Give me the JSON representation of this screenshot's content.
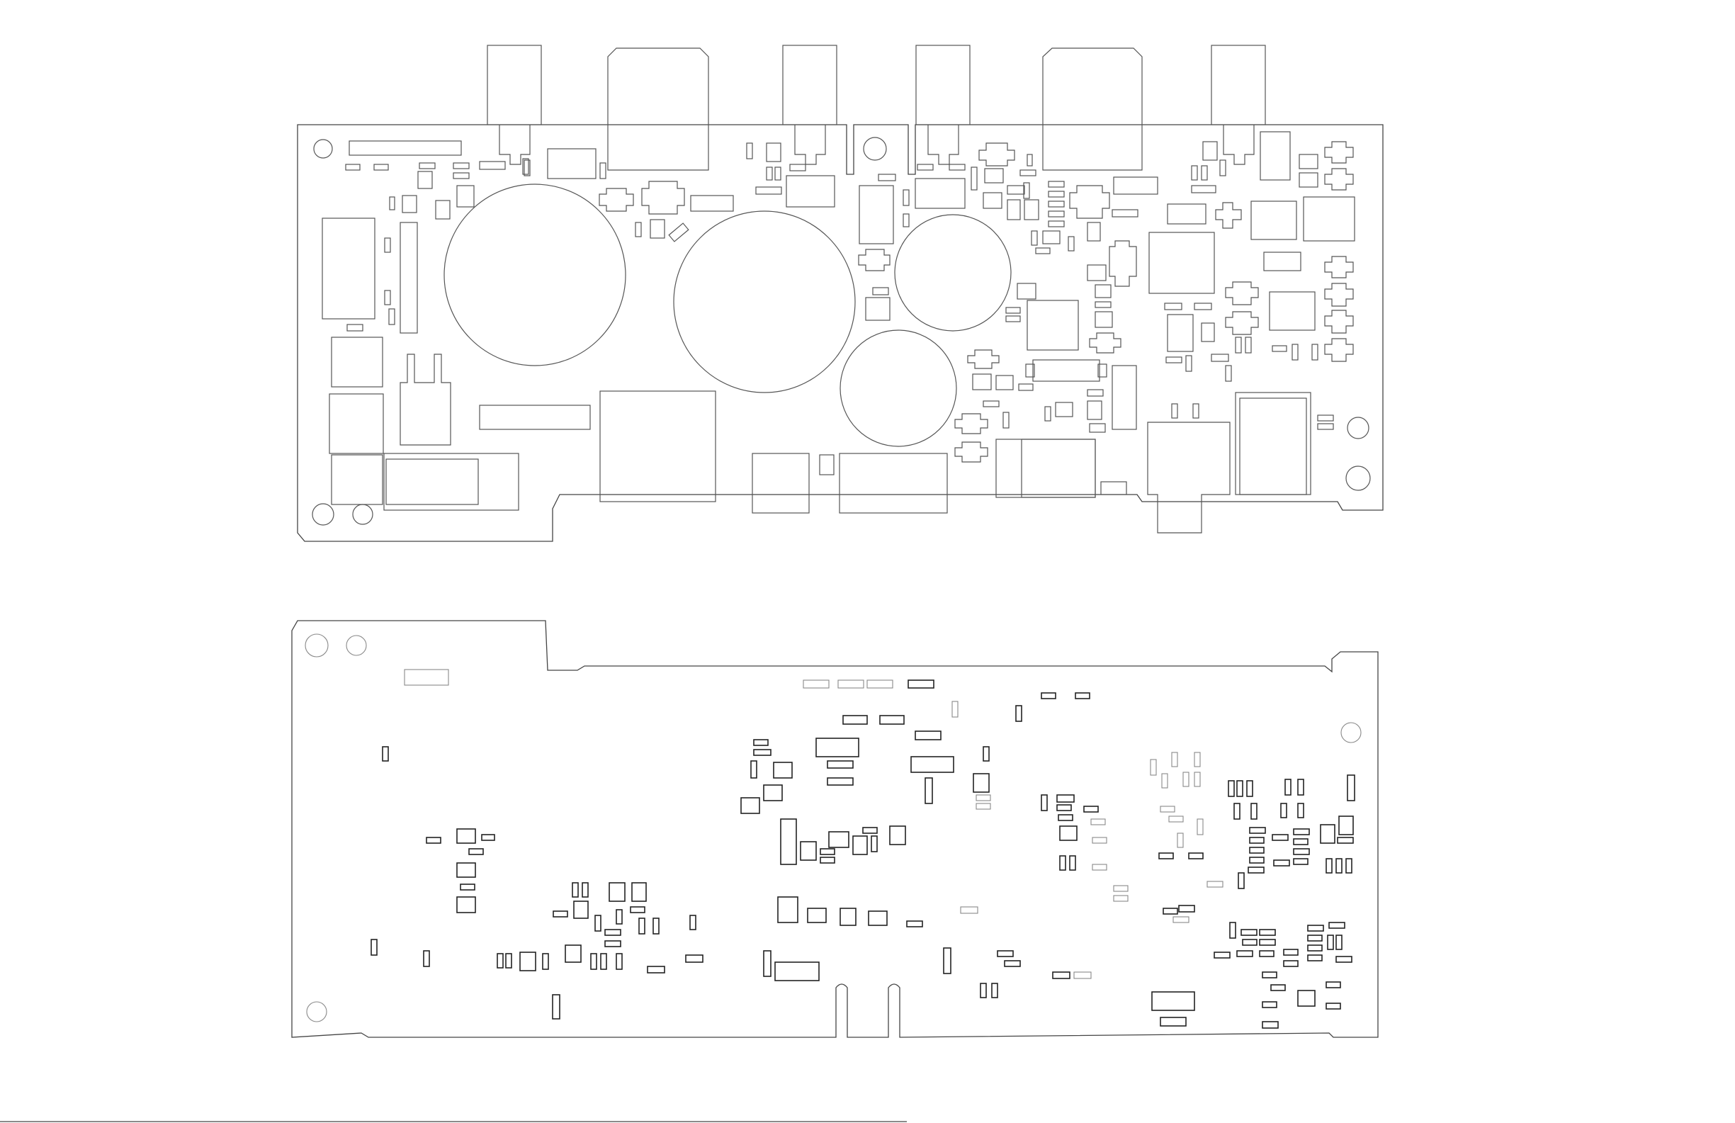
{
  "diagram": {
    "type": "pcb-component-placement",
    "boards": [
      {
        "name": "top-side",
        "description_visible": false
      },
      {
        "name": "bottom-side",
        "description_visible": false
      }
    ],
    "colors": {
      "background": "#ffffff",
      "board_outline": "#444444",
      "component_outline": "#555555",
      "bottom_component_outline": "#222222"
    }
  }
}
